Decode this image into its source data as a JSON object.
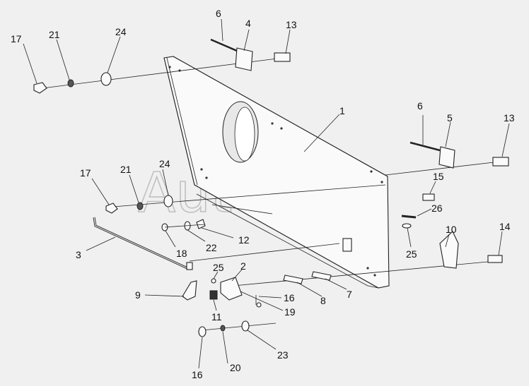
{
  "watermark": "AutoSoft",
  "callouts": [
    {
      "id": "c-6a",
      "text": "6"
    },
    {
      "id": "c-4",
      "text": "4"
    },
    {
      "id": "c-13a",
      "text": "13"
    },
    {
      "id": "c-17a",
      "text": "17"
    },
    {
      "id": "c-21a",
      "text": "21"
    },
    {
      "id": "c-24a",
      "text": "24"
    },
    {
      "id": "c-1",
      "text": "1"
    },
    {
      "id": "c-6b",
      "text": "6"
    },
    {
      "id": "c-5",
      "text": "5"
    },
    {
      "id": "c-13b",
      "text": "13"
    },
    {
      "id": "c-15",
      "text": "15"
    },
    {
      "id": "c-26",
      "text": "26"
    },
    {
      "id": "c-24b",
      "text": "24"
    },
    {
      "id": "c-17b",
      "text": "17"
    },
    {
      "id": "c-21b",
      "text": "21"
    },
    {
      "id": "c-12",
      "text": "12"
    },
    {
      "id": "c-22",
      "text": "22"
    },
    {
      "id": "c-18",
      "text": "18"
    },
    {
      "id": "c-3",
      "text": "3"
    },
    {
      "id": "c-25a",
      "text": "25"
    },
    {
      "id": "c-10",
      "text": "10"
    },
    {
      "id": "c-14",
      "text": "14"
    },
    {
      "id": "c-25b",
      "text": "25"
    },
    {
      "id": "c-2",
      "text": "2"
    },
    {
      "id": "c-9",
      "text": "9"
    },
    {
      "id": "c-8",
      "text": "8"
    },
    {
      "id": "c-7",
      "text": "7"
    },
    {
      "id": "c-16a",
      "text": "16"
    },
    {
      "id": "c-11",
      "text": "11"
    },
    {
      "id": "c-19",
      "text": "19"
    },
    {
      "id": "c-23",
      "text": "23"
    },
    {
      "id": "c-16b",
      "text": "16"
    },
    {
      "id": "c-20",
      "text": "20"
    }
  ]
}
